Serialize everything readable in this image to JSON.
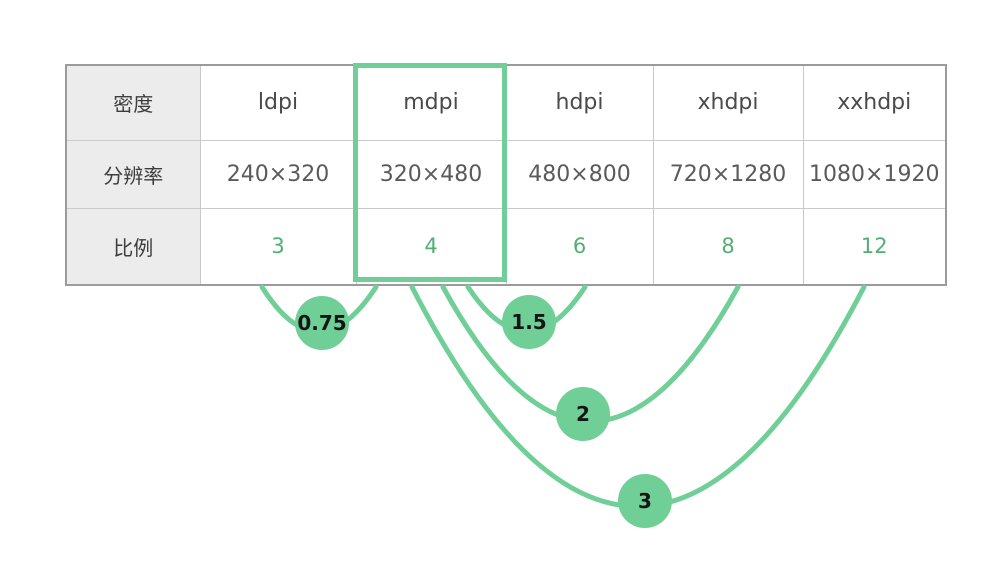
{
  "table": {
    "highlighted_column": "mdpi",
    "rows": [
      {
        "label": "密度",
        "cells": [
          "ldpi",
          "mdpi",
          "hdpi",
          "xhdpi",
          "xxhdpi"
        ]
      },
      {
        "label": "分辨率",
        "cells": [
          "240×320",
          "320×480",
          "480×800",
          "720×1280",
          "1080×1920"
        ]
      },
      {
        "label": "比例",
        "cells": [
          "3",
          "4",
          "6",
          "8",
          "12"
        ]
      }
    ]
  },
  "factors": [
    {
      "label": "0.75",
      "from": "mdpi",
      "to": "ldpi"
    },
    {
      "label": "1.5",
      "from": "mdpi",
      "to": "hdpi"
    },
    {
      "label": "2",
      "from": "mdpi",
      "to": "xhdpi"
    },
    {
      "label": "3",
      "from": "mdpi",
      "to": "xxhdpi"
    }
  ],
  "colors": {
    "accent_green": "#6fcf97",
    "ratio_green": "#53ae74",
    "header_bg": "#ececec",
    "border_gray": "#9b9b9b",
    "grid_gray": "#c9c9c9"
  }
}
